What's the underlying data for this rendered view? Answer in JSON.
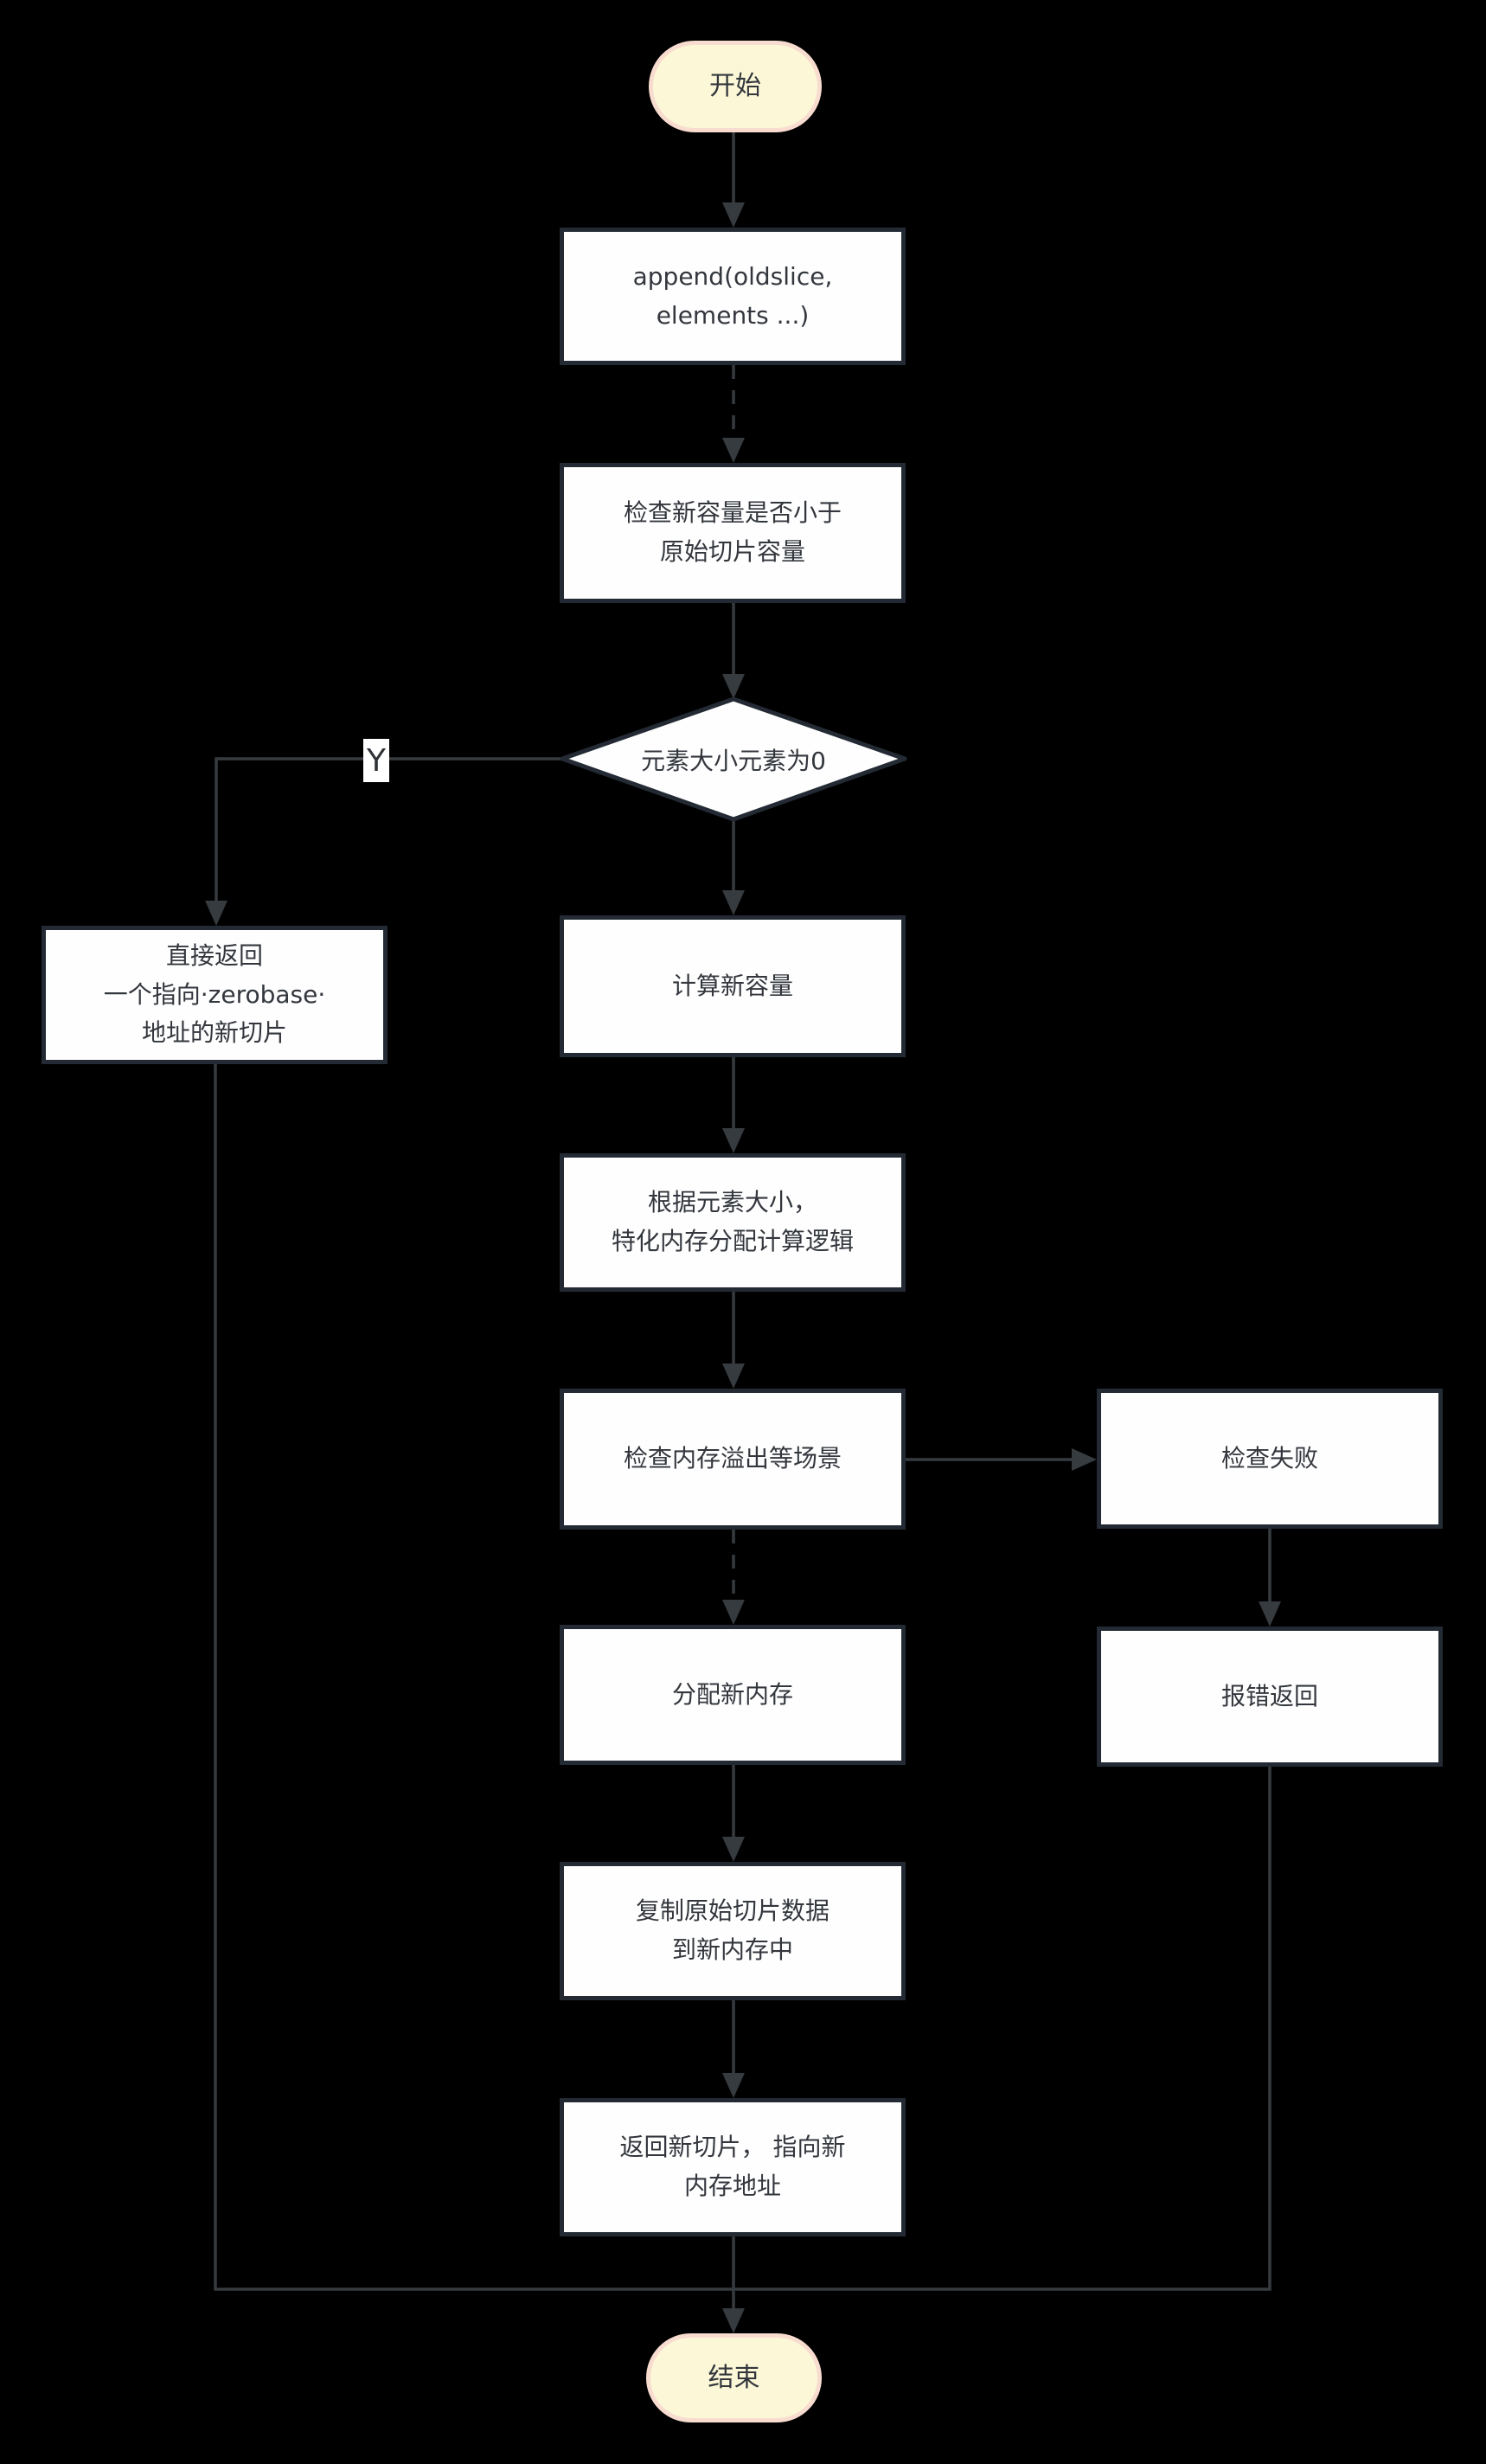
{
  "flowchart": {
    "nodes": {
      "start": "开始",
      "append_call": "append(oldslice,\nelements ...)",
      "check_new_capacity": "检查新容量是否小于\n原始切片容量",
      "element_size_decision": "元素大小元素为0",
      "calc_new_capacity": "计算新容量",
      "specialize_alloc": "根据元素大小，\n特化内存分配计算逻辑",
      "check_overflow": "检查内存溢出等场景",
      "alloc_new_memory": "分配新内存",
      "copy_original_data": "复制原始切片数据\n到新内存中",
      "return_new_slice": "返回新切片， 指向新\n内存地址",
      "return_zerobase": "直接返回\n一个指向·zerobase·\n地址的新切片",
      "check_failed": "检查失败",
      "error_return": "报错返回",
      "end": "结束"
    },
    "edge_labels": {
      "yes": "Y"
    },
    "colors": {
      "background": "#000000",
      "node_fill": "#fefefe",
      "node_border": "#232a33",
      "terminal_fill": "#fcf8d7",
      "terminal_border": "#f8dcd0",
      "connector": "#363b40",
      "text": "#33373d"
    }
  }
}
